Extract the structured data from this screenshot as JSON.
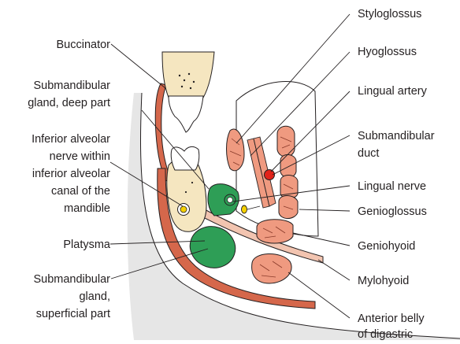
{
  "labels": {
    "buccinator": "Buccinator",
    "submandibular_deep_1": "Submandibular",
    "submandibular_deep_2": "gland, deep part",
    "inferior_alveolar_1": "Inferior alveolar",
    "inferior_alveolar_2": "nerve within",
    "inferior_alveolar_3": "inferior alveolar",
    "inferior_alveolar_4": "canal of the",
    "inferior_alveolar_5": "mandible",
    "platysma": "Platysma",
    "submandibular_sup_1": "Submandibular",
    "submandibular_sup_2": "gland,",
    "submandibular_sup_3": "superficial part",
    "styloglossus": "Styloglossus",
    "hyoglossus": "Hyoglossus",
    "lingual_artery": "Lingual artery",
    "submandibular_duct_1": "Submandibular",
    "submandibular_duct_2": "duct",
    "lingual_nerve": "Lingual nerve",
    "genioglossus": "Genioglossus",
    "geniohyoid": "Geniohyoid",
    "mylohyoid": "Mylohyoid",
    "anterior_belly_1": "Anterior belly",
    "anterior_belly_2": "of digastric"
  },
  "colors": {
    "muscle": "#ef9a80",
    "muscle_band": "#d5674b",
    "gland": "#2e9e56",
    "bone": "#f5e6c0",
    "artery": "#e2231a",
    "nerve": "#f5d000",
    "skin": "#d9d9d9",
    "tooth": "#ffffff"
  }
}
